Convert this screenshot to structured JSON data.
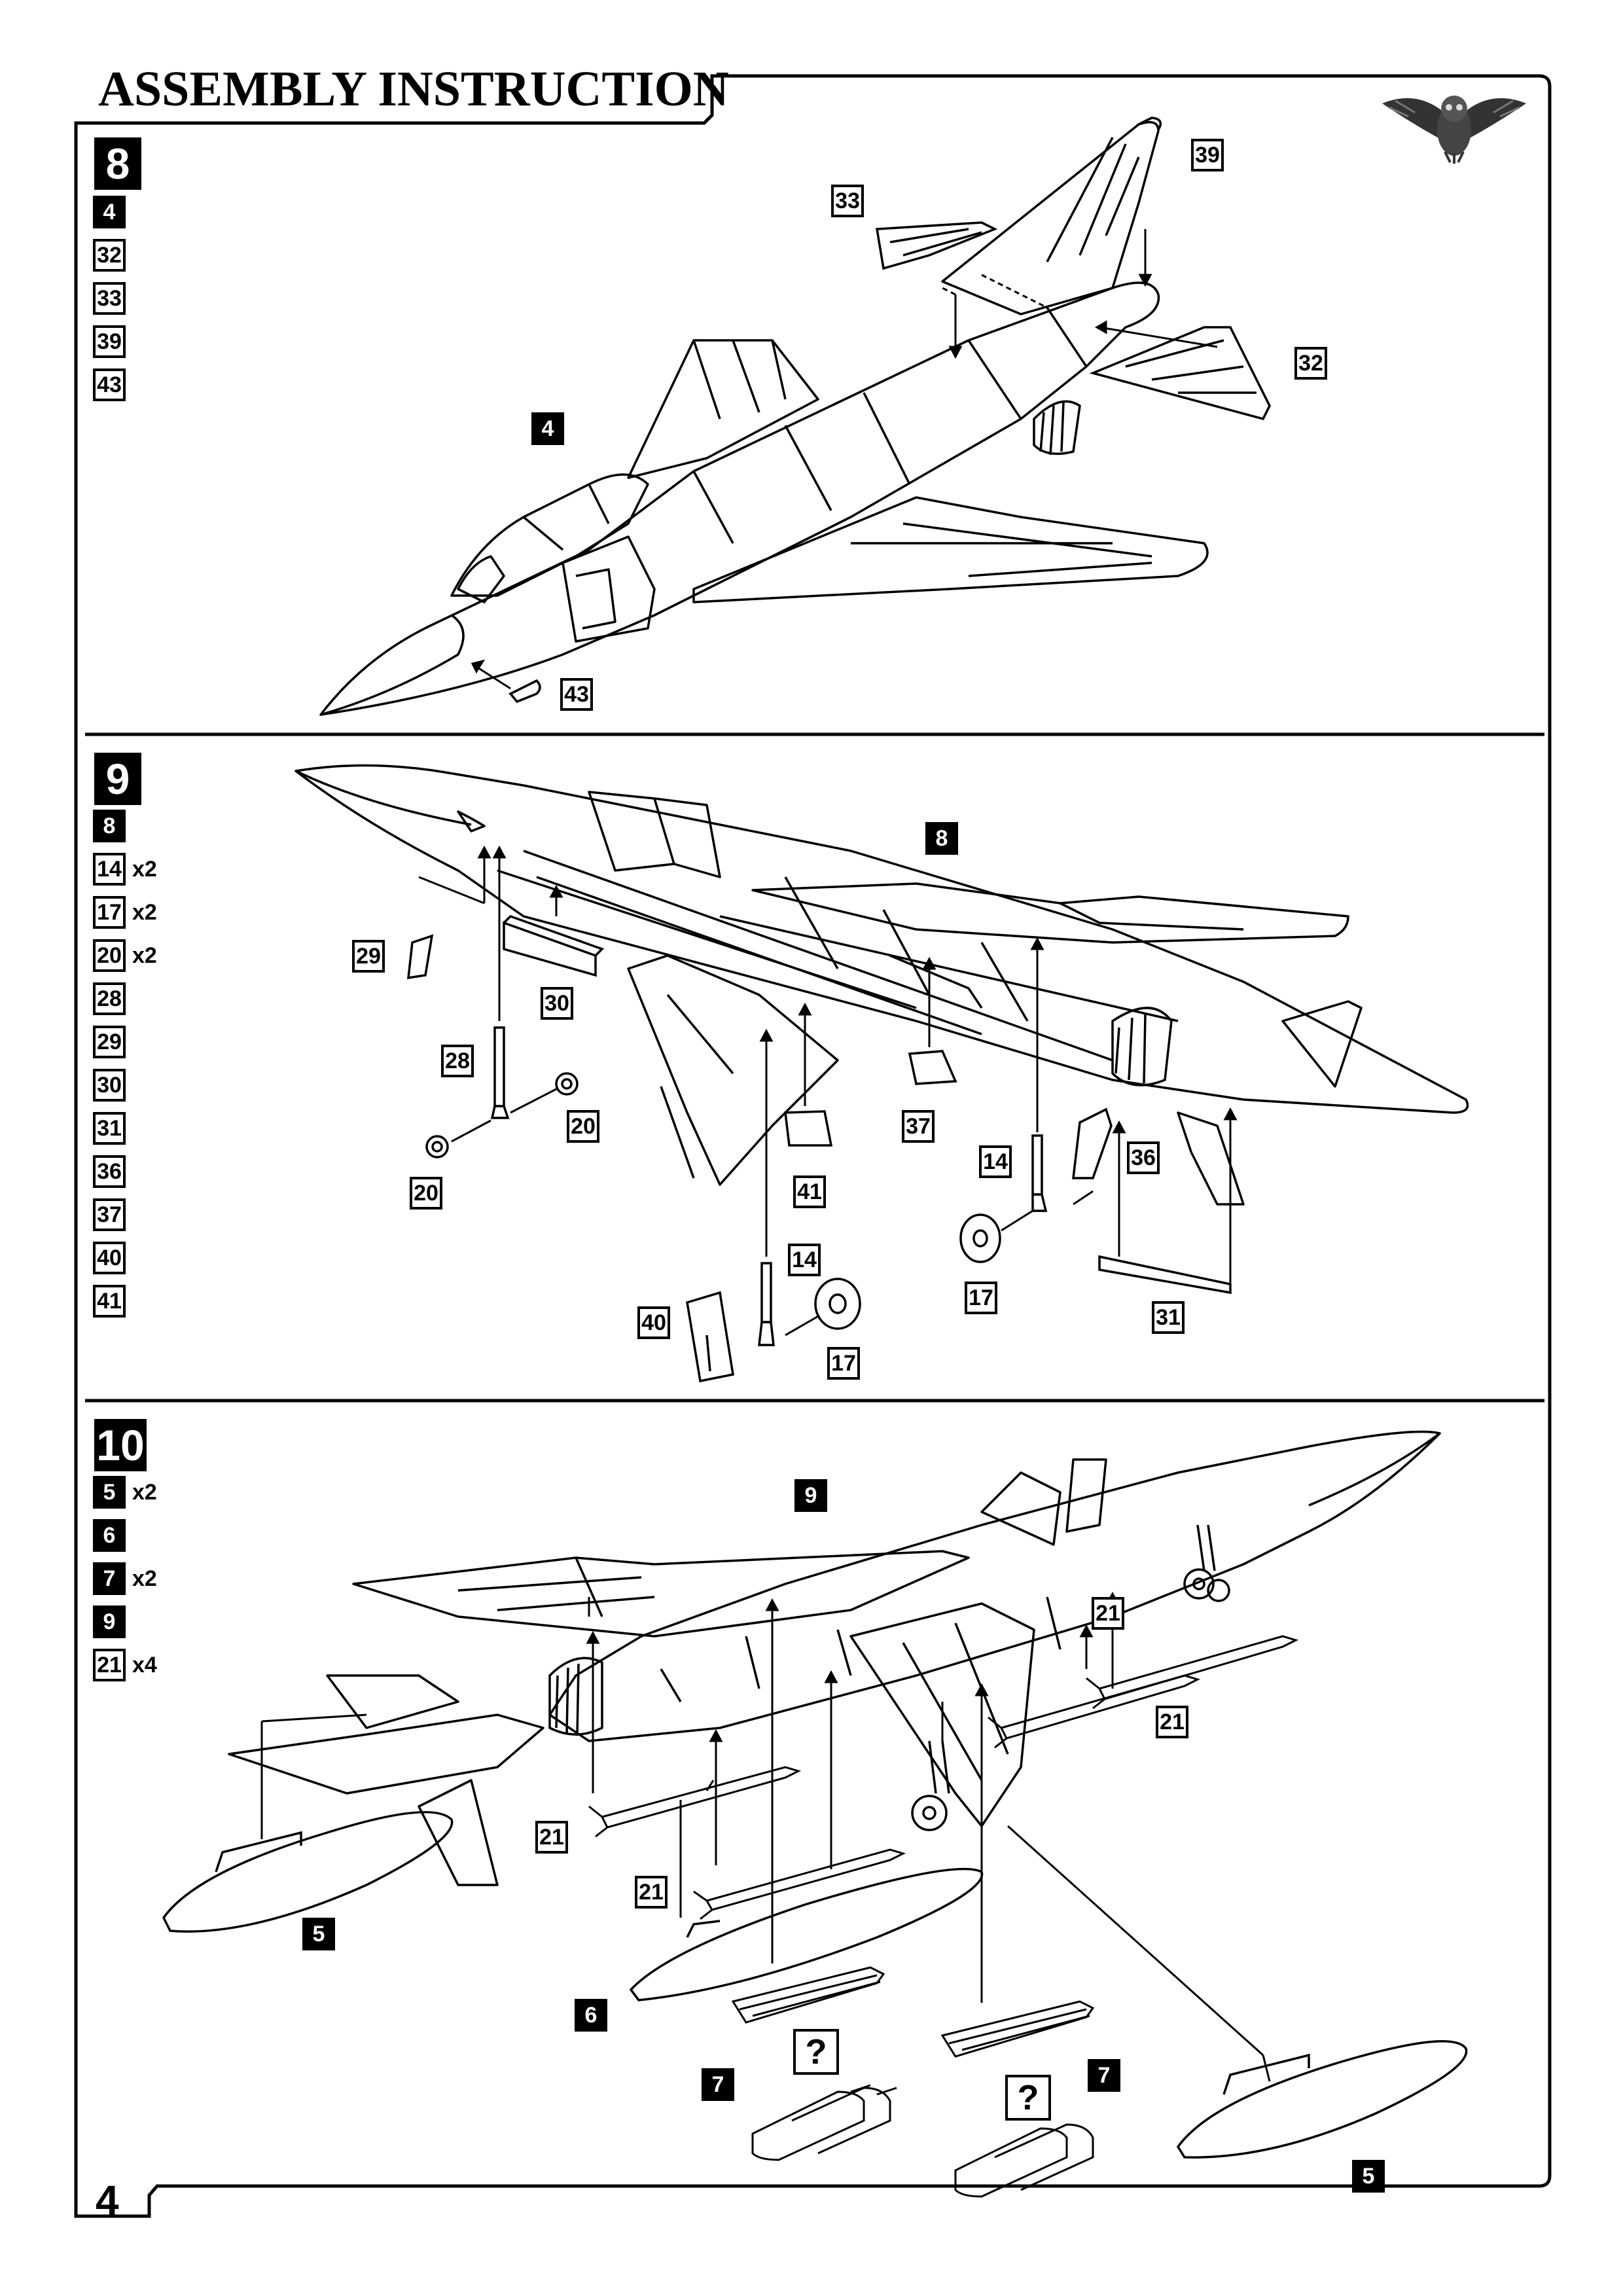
{
  "header": {
    "title": "ASSEMBLY INSTRUCTION",
    "page_number": "4"
  },
  "step8": {
    "number": "8",
    "parts": [
      {
        "id": "4",
        "filled": true,
        "qty": ""
      },
      {
        "id": "32",
        "filled": false,
        "qty": ""
      },
      {
        "id": "33",
        "filled": false,
        "qty": ""
      },
      {
        "id": "39",
        "filled": false,
        "qty": ""
      },
      {
        "id": "43",
        "filled": false,
        "qty": ""
      }
    ],
    "callouts": {
      "c39": "39",
      "c33": "33",
      "c32": "32",
      "c4": "4",
      "c43": "43"
    }
  },
  "step9": {
    "number": "9",
    "parts": [
      {
        "id": "8",
        "filled": true,
        "qty": ""
      },
      {
        "id": "14",
        "filled": false,
        "qty": "x2"
      },
      {
        "id": "17",
        "filled": false,
        "qty": "x2"
      },
      {
        "id": "20",
        "filled": false,
        "qty": "x2"
      },
      {
        "id": "28",
        "filled": false,
        "qty": ""
      },
      {
        "id": "29",
        "filled": false,
        "qty": ""
      },
      {
        "id": "30",
        "filled": false,
        "qty": ""
      },
      {
        "id": "31",
        "filled": false,
        "qty": ""
      },
      {
        "id": "36",
        "filled": false,
        "qty": ""
      },
      {
        "id": "37",
        "filled": false,
        "qty": ""
      },
      {
        "id": "40",
        "filled": false,
        "qty": ""
      },
      {
        "id": "41",
        "filled": false,
        "qty": ""
      }
    ],
    "callouts": {
      "c8": "8",
      "c29": "29",
      "c30": "30",
      "c28": "28",
      "c20a": "20",
      "c20b": "20",
      "c37": "37",
      "c41": "41",
      "c14a": "14",
      "c36": "36",
      "c14b": "14",
      "c40": "40",
      "c17a": "17",
      "c17b": "17",
      "c31": "31"
    }
  },
  "step10": {
    "number": "10",
    "parts": [
      {
        "id": "5",
        "filled": true,
        "qty": "x2"
      },
      {
        "id": "6",
        "filled": true,
        "qty": ""
      },
      {
        "id": "7",
        "filled": true,
        "qty": "x2"
      },
      {
        "id": "9",
        "filled": true,
        "qty": ""
      },
      {
        "id": "21",
        "filled": false,
        "qty": "x4"
      }
    ],
    "callouts": {
      "c9": "9",
      "c21a": "21",
      "c21b": "21",
      "c21c": "21",
      "c21d": "21",
      "c5a": "5",
      "c6": "6",
      "c7a": "7",
      "c7b": "7",
      "c5b": "5",
      "qa": "?",
      "qb": "?"
    }
  }
}
